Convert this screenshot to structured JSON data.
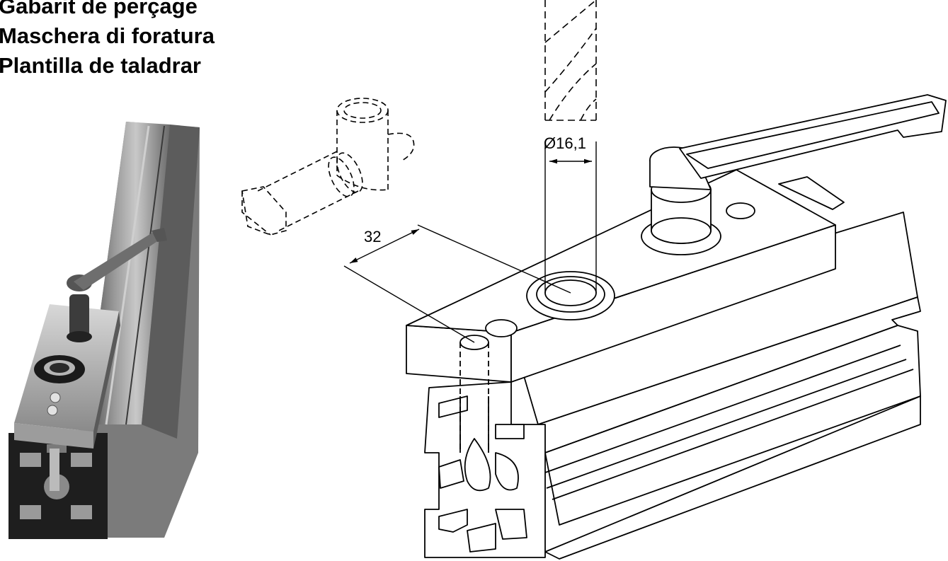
{
  "titles": [
    "Gabarit de perçage",
    "Maschera di foratura",
    "Plantilla de taladrar"
  ],
  "dimensions": {
    "diameter": "Ø16,1",
    "distance": "32"
  }
}
